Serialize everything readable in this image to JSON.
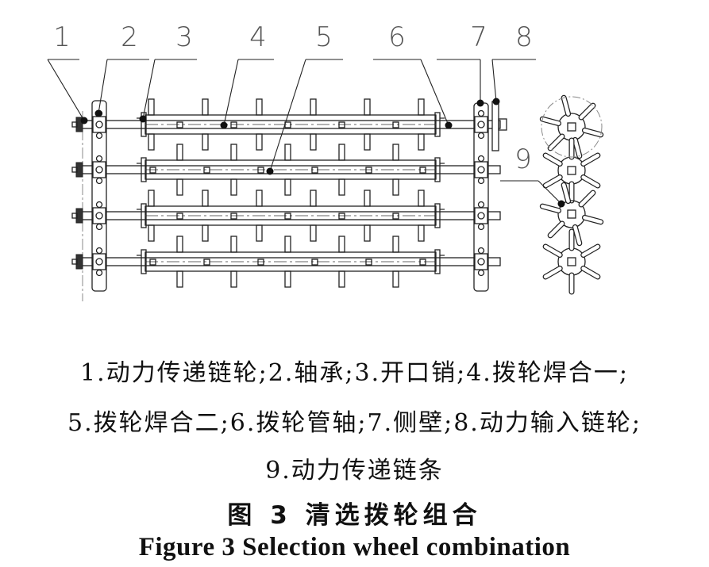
{
  "labels": [
    "1",
    "2",
    "3",
    "4",
    "5",
    "6",
    "7",
    "8",
    "9"
  ],
  "legend": {
    "line1": "1.动力传递链轮;2.轴承;3.开口销;4.拨轮焊合一;",
    "line2": "5.拨轮焊合二;6.拨轮管轴;7.侧壁;8.动力输入链轮;",
    "line3": "9.动力传递链条"
  },
  "caption": {
    "cn": "图 3 清选拨轮组合",
    "en": "Figure 3 Selection wheel combination"
  }
}
